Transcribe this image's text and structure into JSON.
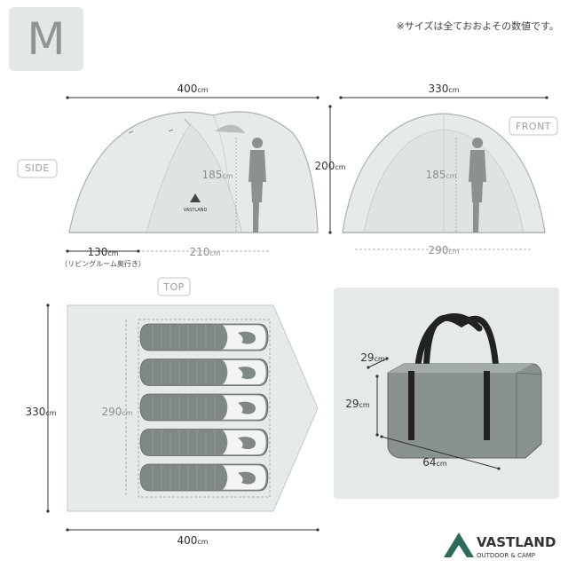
{
  "size_label": "M",
  "note": "※サイズは全ておおよその数値です。",
  "unit": "cm",
  "side": {
    "tag": "SIDE",
    "length": "400",
    "height": "200",
    "person_height": "185",
    "living_depth": "130",
    "living_caption": "（リビングルーム奥行き）",
    "inner_depth": "210"
  },
  "front": {
    "tag": "FRONT",
    "width": "330",
    "person_height": "185",
    "inner_width": "290"
  },
  "top": {
    "tag": "TOP",
    "width": "330",
    "length": "400",
    "inner_length": "290",
    "sleeping_bags": 5
  },
  "bag": {
    "depth": "29",
    "height": "29",
    "length": "64"
  },
  "brand": {
    "name": "VASTLAND",
    "tagline": "OUTDOOR & CAMP",
    "color": "#2f6b5a"
  }
}
